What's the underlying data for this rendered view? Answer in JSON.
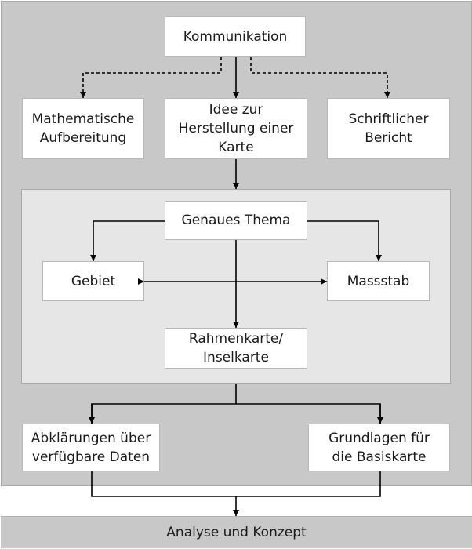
{
  "nodes": {
    "kommunikation": "Kommunikation",
    "mathematische": "Mathematische\nAufbereitung",
    "idee": "Idee zur\nHerstellung einer\nKarte",
    "schriftlicher": "Schriftlicher\nBericht",
    "thema": "Genaues Thema",
    "gebiet": "Gebiet",
    "massstab": "Massstab",
    "rahmenkarte": "Rahmenkarte/\nInselkarte",
    "abklaerungen": "Abklärungen über\nverfügbare Daten",
    "grundlagen": "Grundlagen für\ndie Basiskarte",
    "analyse": "Analyse und Konzept"
  }
}
